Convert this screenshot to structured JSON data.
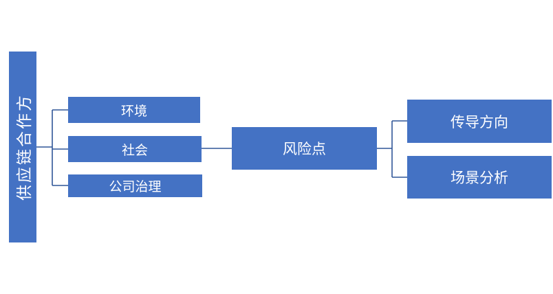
{
  "diagram": {
    "root": {
      "label": "供应链合作方"
    },
    "left_children": [
      {
        "label": "环境"
      },
      {
        "label": "社会"
      },
      {
        "label": "公司治理"
      }
    ],
    "center": {
      "label": "风险点"
    },
    "right_children": [
      {
        "label": "传导方向"
      },
      {
        "label": "场景分析"
      }
    ],
    "colors": {
      "box_fill": "#4472c4",
      "box_text": "#ffffff",
      "connector": "#2f5597"
    }
  }
}
